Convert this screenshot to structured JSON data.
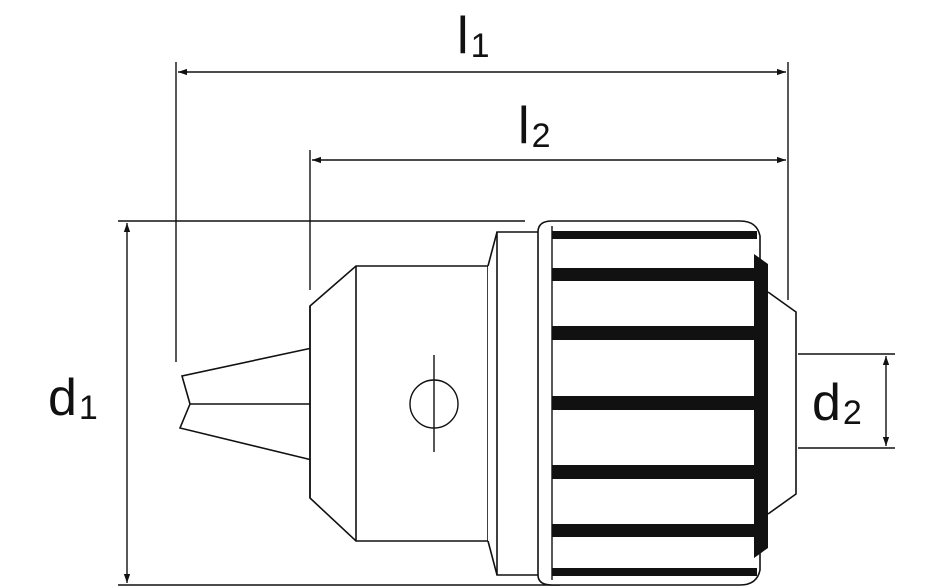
{
  "dimensions": {
    "l1": {
      "letter": "l",
      "index": "1"
    },
    "l2": {
      "letter": "l",
      "index": "2"
    },
    "d1": {
      "letter": "d",
      "index": "1"
    },
    "d2": {
      "letter": "d",
      "index": "2"
    }
  },
  "colors": {
    "line": "#111111",
    "background": "#ffffff"
  }
}
